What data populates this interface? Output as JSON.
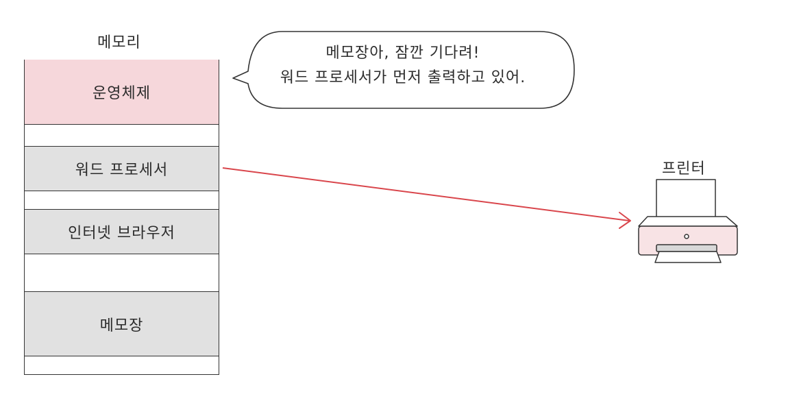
{
  "memory": {
    "title": "메모리",
    "blocks": {
      "os": "운영체제",
      "word_processor": "워드 프로세서",
      "browser": "인터넷 브라우저",
      "notepad": "메모장"
    }
  },
  "speech_bubble": {
    "line1": "메모장아, 잠깐 기다려!",
    "line2": "워드 프로세서가 먼저 출력하고 있어."
  },
  "printer": {
    "title": "프린터",
    "icon": "printer-icon"
  },
  "colors": {
    "os_block": "#f6d7db",
    "process_block": "#e1e1e1",
    "arrow": "#d9454b",
    "printer_body": "#f8e3e5"
  }
}
